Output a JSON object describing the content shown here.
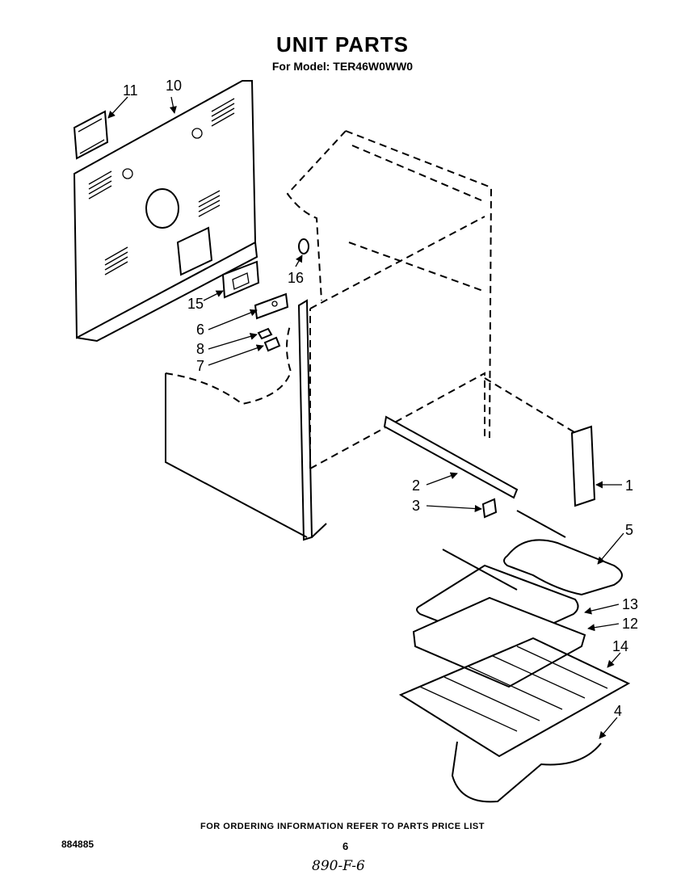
{
  "header": {
    "title": "UNIT PARTS",
    "subtitle": "For Model: TER46W0WW0"
  },
  "callouts": [
    "1",
    "2",
    "3",
    "4",
    "5",
    "6",
    "7",
    "8",
    "10",
    "11",
    "12",
    "13",
    "14",
    "15",
    "16"
  ],
  "footer": {
    "ordering_note": "FOR ORDERING INFORMATION REFER TO PARTS PRICE LIST",
    "doc_number": "884885",
    "page_number": "6",
    "handwritten_note": "890-F-6"
  }
}
